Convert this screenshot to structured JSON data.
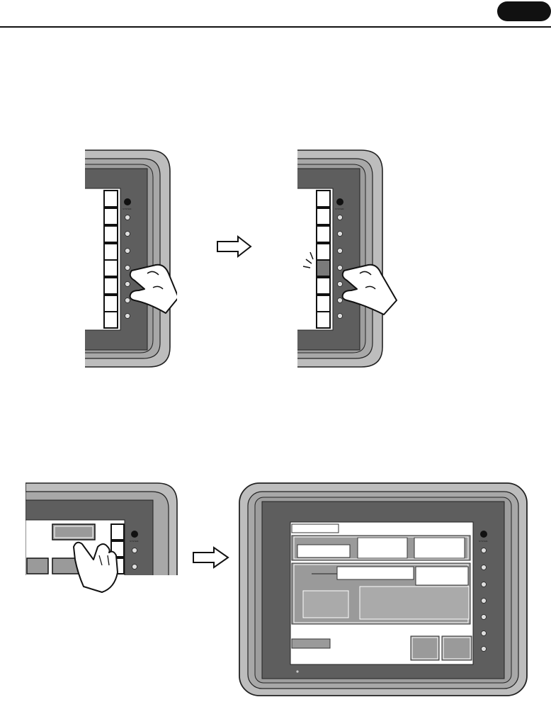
{
  "header": {
    "page_badge": "",
    "rule_color": "#111111"
  },
  "panels": {
    "bezel_color": "#a9a9a9",
    "screen_color": "#595959",
    "button_color": "#2a2a2a",
    "system_label": "SYSTEM",
    "highlight_color": "#7a7a7a"
  },
  "figures": [
    {
      "name": "before-press",
      "state": "idle"
    },
    {
      "name": "after-press",
      "state": "pressed"
    },
    {
      "name": "switch-press",
      "state": "pressed"
    },
    {
      "name": "system-menu-screen",
      "state": "displayed"
    }
  ],
  "arrows": [
    "right-arrow",
    "right-arrow"
  ],
  "icons": [
    "hand-pointer-icon",
    "press-flash-icon",
    "right-arrow-icon"
  ]
}
